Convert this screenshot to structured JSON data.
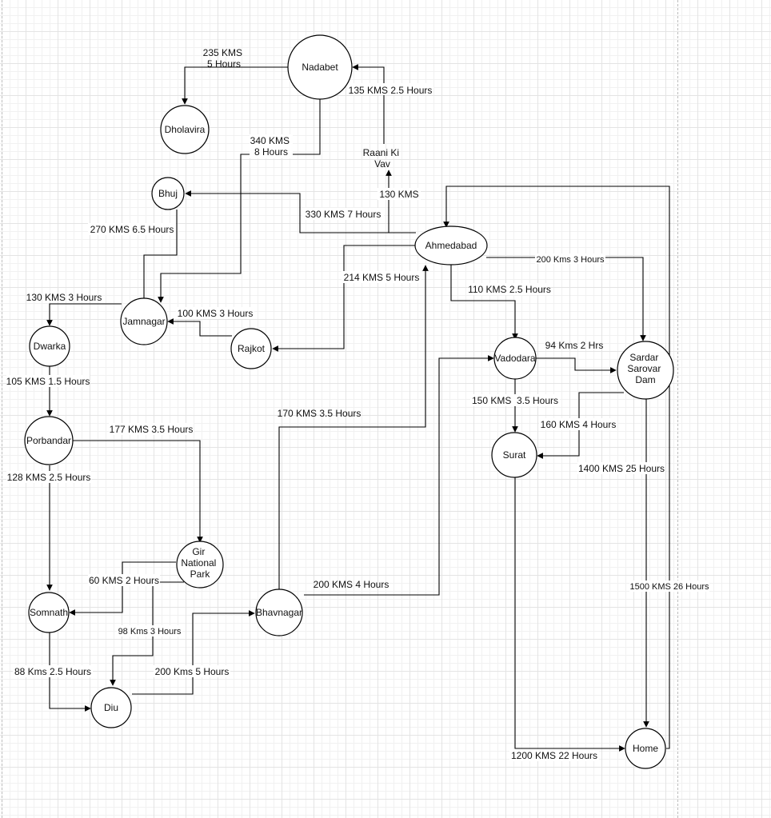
{
  "nodes": {
    "nadabet": [
      "Nadabet"
    ],
    "dholavira": [
      "Dholavira"
    ],
    "raani_ki_vav": [
      "Raani Ki",
      "Vav"
    ],
    "bhuj": [
      "Bhuj"
    ],
    "ahmedabad": [
      "Ahmedabad"
    ],
    "jamnagar": [
      "Jamnagar"
    ],
    "rajkot": [
      "Rajkot"
    ],
    "dwarka": [
      "Dwarka"
    ],
    "porbandar": [
      "Porbandar"
    ],
    "gir": [
      "Gir",
      "National",
      "Park"
    ],
    "somnath": [
      "Somnath"
    ],
    "diu": [
      "Diu"
    ],
    "bhavnagar": [
      "Bhavnagar"
    ],
    "vadodara": [
      "Vadodara"
    ],
    "sardar_sarovar": [
      "Sardar",
      "Sarovar",
      "Dam"
    ],
    "surat": [
      "Surat"
    ],
    "home": [
      "Home"
    ]
  },
  "edges": {
    "nadabet_dholavira": [
      "235 KMS",
      "5 Hours"
    ],
    "raani_nadabet": [
      "135 KMS 2.5 Hours"
    ],
    "nadabet_jamnagar": [
      "340 KMS",
      "8 Hours"
    ],
    "ahmedabad_raani": [
      "130 KMS"
    ],
    "ahmedabad_bhuj": [
      "330 KMS 7 Hours"
    ],
    "bhuj_jamnagar": [
      "270 KMS 6.5 Hours"
    ],
    "ahmedabad_rajkot": [
      "214 KMS 5 Hours"
    ],
    "ahmedabad_sardar": [
      "200 Kms 3 Hours"
    ],
    "ahmedabad_vadodara": [
      "110 KMS 2.5 Hours"
    ],
    "jamnagar_dwarka": [
      "130 KMS 3 Hours"
    ],
    "rajkot_jamnagar": [
      "100 KMS 3 Hours"
    ],
    "dwarka_porbandar": [
      "105 KMS 1.5 Hours"
    ],
    "porbandar_gir": [
      "177 KMS 3.5 Hours"
    ],
    "porbandar_somnath": [
      "128 KMS 2.5 Hours"
    ],
    "gir_somnath": [
      "60 KMS 2 Hours"
    ],
    "gir_diu": [
      "98 Kms 3 Hours"
    ],
    "somnath_diu": [
      "88 Kms 2.5 Hours"
    ],
    "diu_bhavnagar": [
      "200 Kms 5 Hours"
    ],
    "bhavnagar_ahmedabad": [
      "170 KMS 3.5 Hours"
    ],
    "bhavnagar_vadodara": [
      "200 KMS 4 Hours"
    ],
    "vadodara_sardar": [
      "94 Kms 2 Hrs"
    ],
    "vadodara_surat": [
      "150 KMS  3.5 Hours"
    ],
    "sardar_surat": [
      "160 KMS 4 Hours"
    ],
    "sardar_home": [
      "1400 KMS 25 Hours"
    ],
    "home_ahmedabad": [
      "1500 KMS 26 Hours"
    ],
    "surat_home": [
      "1200 KMS 22 Hours"
    ]
  }
}
